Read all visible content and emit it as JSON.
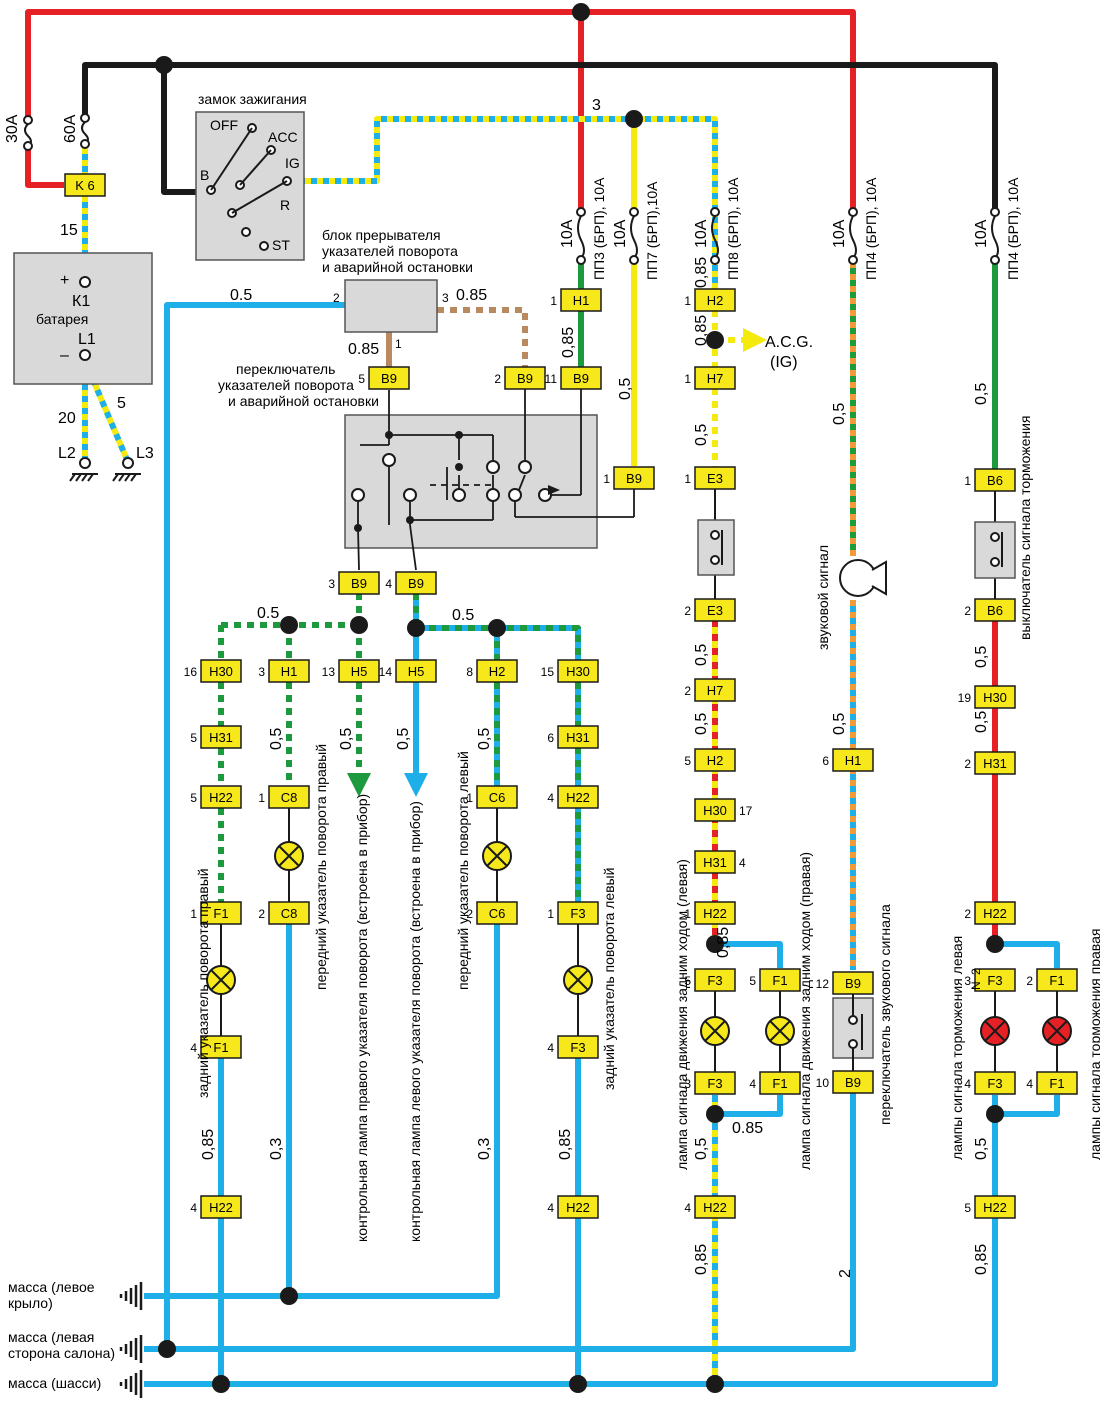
{
  "colors": {
    "red": "#e52125",
    "black": "#1a1a1a",
    "blue": "#1eaee8",
    "yellow": "#f4ea0e",
    "green": "#1e9a3e",
    "orange": "#f29a3a",
    "brown": "#b98a62",
    "connector_fill": "#f7e81b",
    "box_fill": "#d9d9d9",
    "lamp_red": "#e52125"
  },
  "power": {
    "fuse_30": "30A",
    "fuse_60": "60A",
    "k6": "K 6",
    "w15": "15",
    "n3": "3"
  },
  "battery": {
    "label": "батарея",
    "k1": "К1",
    "l1": "L1",
    "plus": "+",
    "minus": "–",
    "w20": "20",
    "w5": "5",
    "l2": "L2",
    "l3": "L3"
  },
  "ignition": {
    "title": "замок зажигания",
    "off": "OFF",
    "acc": "ACC",
    "ig": "IG",
    "b": "B",
    "r": "R",
    "st": "ST"
  },
  "interrupter": {
    "title1": "блок прерывателя",
    "title2": "указателей поворота",
    "title3": "и аварийной остановки",
    "p2": "2",
    "p3": "3",
    "p1": "1",
    "w085a": "0.85",
    "w085b": "0.85",
    "w05": "0.5"
  },
  "switch": {
    "title1": "переключатель",
    "title2": "указателей  поворота",
    "title3": "и аварийной остановки"
  },
  "fuses": {
    "pp3": "ПП3 (БРП), 10А",
    "pp7": "ПП7 (БРП),10А",
    "pp8": "ПП8 (БРП), 10А",
    "pp4a": "ПП4 (БРП), 10А",
    "pp4b": "ПП4 (БРП), 10А",
    "a10": "10А"
  },
  "acg": {
    "l1": "A.C.G.",
    "l2": "(IG)"
  },
  "connectors": {
    "B9": "B9",
    "H1": "H1",
    "H2": "H2",
    "H7": "H7",
    "E3": "E3",
    "H5": "H5",
    "H30": "H30",
    "H31": "H31",
    "H22": "H22",
    "C8": "C8",
    "C6": "C6",
    "F1": "F1",
    "F3": "F3",
    "B6": "B6"
  },
  "pins": {
    "p1": "1",
    "p2": "2",
    "p3": "3",
    "p4": "4",
    "p5": "5",
    "p6": "6",
    "p8": "8",
    "p10": "10",
    "p11": "11",
    "p12": "12",
    "p13": "13",
    "p14": "14",
    "p15": "15",
    "p16": "16",
    "p17": "17",
    "p19": "19"
  },
  "gauges": {
    "g05": "0.5",
    "g05c": "0,5",
    "g085": "0,85",
    "g085d": "0.85",
    "g03": "0,3",
    "g2": "2"
  },
  "labels": {
    "rear_right": "задний указатель поворота правый",
    "front_right": "передний указатель поворота правый",
    "ctrl_right": "контрольная лампа правого указателя поворота (встроена в прибор)",
    "ctrl_left": "контрольная лампа левого   указателя поворота (встроена в прибор)",
    "front_left": "передний указатель поворота левый",
    "rear_left": "задний указатель поворота левый",
    "reverse_left": "лампа сигнала движения задним ходом (левая)",
    "reverse_right": "лампа сигнала движения задним ходом (правая)",
    "horn": "звуковой сигнал",
    "horn_switch": "переключатель звукового сигнала",
    "brake_switch": "выключатель сигнала торможения",
    "brake_left": "лампы сигнала торможения левая",
    "brake_right": "лампы сигнала торможения  правая",
    "n2": "N",
    "n2b": "2"
  },
  "grounds": {
    "g1a": "масса (левое",
    "g1b": "крыло)",
    "g2a": "масса (левая",
    "g2b": "сторона салона)",
    "g3": "масса (шасси)"
  }
}
